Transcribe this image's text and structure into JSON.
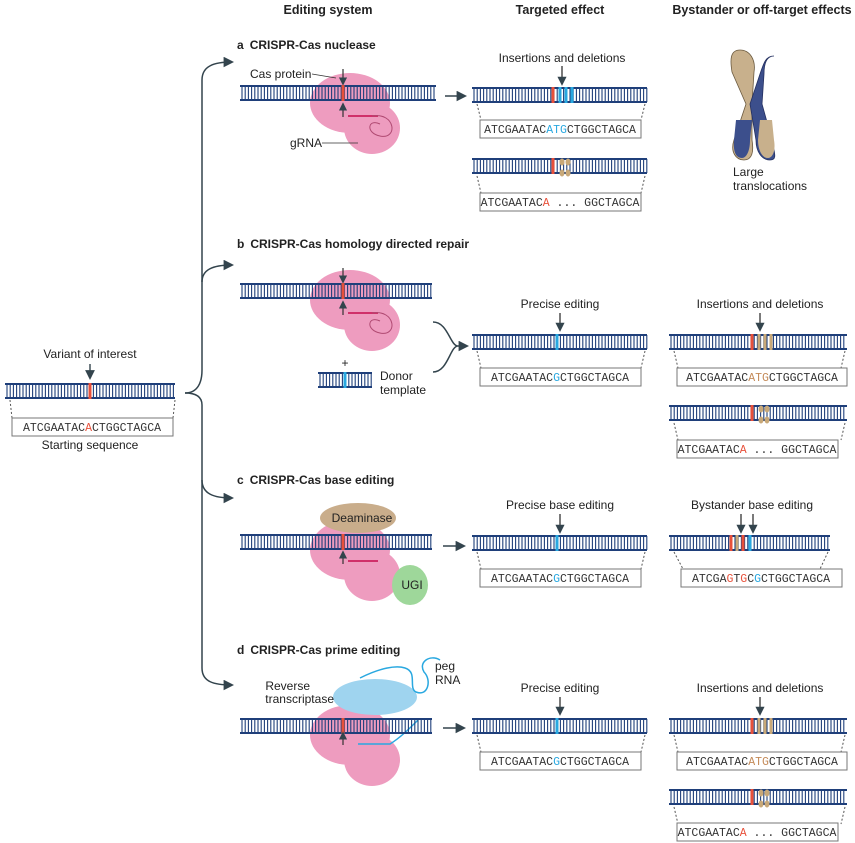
{
  "colors": {
    "dna": "#1f3f7a",
    "variant": "#e8503a",
    "edit": "#29a8e0",
    "indel": "#c8a878",
    "cas": "#ee9cbf",
    "deaminase": "#c9ad8b",
    "ugi": "#9ed79a",
    "rt": "#9fd4ef",
    "connector": "#33444d",
    "chrom_tan": "#c8b08c",
    "chrom_blue": "#3c4f8c"
  },
  "headers": {
    "editing_system": "Editing system",
    "targeted_effect": "Targeted effect",
    "bystander": "Bystander or off-target effects"
  },
  "start": {
    "variant_label": "Variant of interest",
    "seq_a": "ATCGAATAC",
    "seq_hl": "A",
    "seq_b": "CTGGCTAGCA",
    "caption": "Starting sequence"
  },
  "sections": {
    "a": {
      "letter": "a",
      "title": "CRISPR-Cas nuclease",
      "cas_protein": "Cas protein",
      "grna": "gRNA",
      "targeted_label": "Insertions and deletions",
      "seq1": {
        "a": "ATCGAATAC",
        "hl": "ATG",
        "b": "CTGGCTAGCA"
      },
      "seq2": {
        "a": "ATCGAATAC",
        "hl": "A",
        "b": " ... GGCTAGCA"
      },
      "large": "Large",
      "translocations": "translocations"
    },
    "b": {
      "letter": "b",
      "title": "CRISPR-Cas homology directed repair",
      "plus": "+",
      "donor1": "Donor",
      "donor2": "template",
      "targeted_label": "Precise editing",
      "seq": {
        "a": "ATCGAATAC",
        "hl": "G",
        "b": "CTGGCTAGCA"
      },
      "off_label": "Insertions and deletions",
      "off1": {
        "a": "ATCGAATAC",
        "hl": "ATG",
        "b": "CTGGCTAGCA"
      },
      "off2": {
        "a": "ATCGAATAC",
        "hl": "A",
        "b": " ... GGCTAGCA"
      }
    },
    "c": {
      "letter": "c",
      "title": "CRISPR-Cas base editing",
      "deaminase": "Deaminase",
      "ugi": "UGI",
      "targeted_label": "Precise base editing",
      "seq": {
        "a": "ATCGAATAC",
        "hl": "G",
        "b": "CTGGCTAGCA"
      },
      "off_label": "Bystander base editing",
      "off_parts": [
        "ATCGA",
        "G",
        "T",
        "G",
        "C",
        "G",
        "CTGGCTAGCA"
      ]
    },
    "d": {
      "letter": "d",
      "title": "CRISPR-Cas prime editing",
      "rt1": "Reverse",
      "rt2": "transcriptase",
      "peg1": "peg",
      "peg2": "RNA",
      "targeted_label": "Precise editing",
      "seq": {
        "a": "ATCGAATAC",
        "hl": "G",
        "b": "CTGGCTAGCA"
      },
      "off_label": "Insertions and deletions",
      "off1": {
        "a": "ATCGAATAC",
        "hl": "ATG",
        "b": "CTGGCTAGCA"
      },
      "off2": {
        "a": "ATCGAATAC",
        "hl": "A",
        "b": " ... GGCTAGCA"
      }
    }
  }
}
